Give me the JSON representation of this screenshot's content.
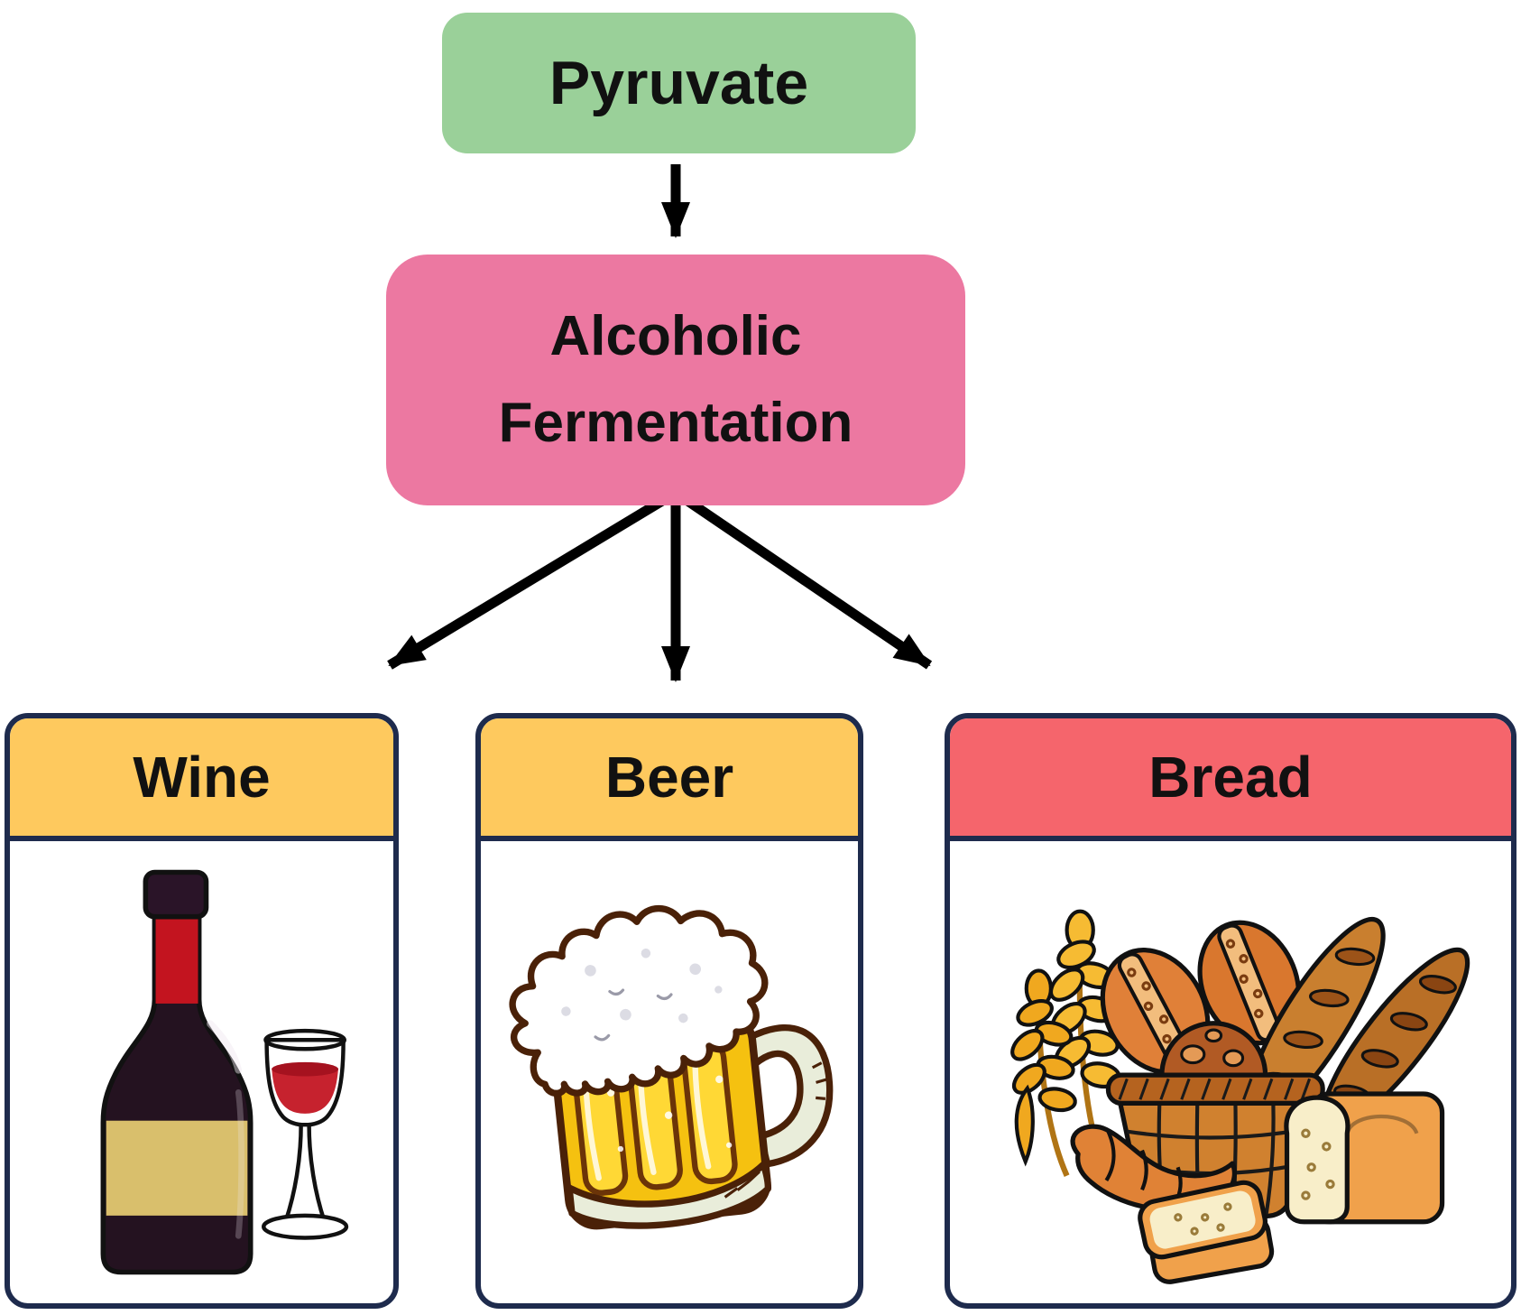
{
  "diagram": {
    "background": "#ffffff",
    "text_color": "#111111",
    "card_border_color": "#1e2b4d",
    "arrows": {
      "color": "#000000",
      "description": "one arrow from Pyruvate down to Alcoholic Fermentation, three arrows branching from Alcoholic Fermentation to Wine, Beer and Bread"
    },
    "pyruvate": {
      "label": "Pyruvate",
      "bg": "#9ad099"
    },
    "fermentation": {
      "label": "Alcoholic Fermentation",
      "lines": [
        "Alcoholic",
        "Fermentation"
      ],
      "bg": "#ec78a1"
    },
    "products": [
      {
        "id": "wine",
        "label": "Wine",
        "header_bg": "#fec95e",
        "icon": "wine-bottle-and-glass-icon"
      },
      {
        "id": "beer",
        "label": "Beer",
        "header_bg": "#fec95e",
        "icon": "beer-mug-with-foam-icon"
      },
      {
        "id": "bread",
        "label": "Bread",
        "header_bg": "#f5656c",
        "icon": "bread-basket-icon"
      }
    ]
  }
}
